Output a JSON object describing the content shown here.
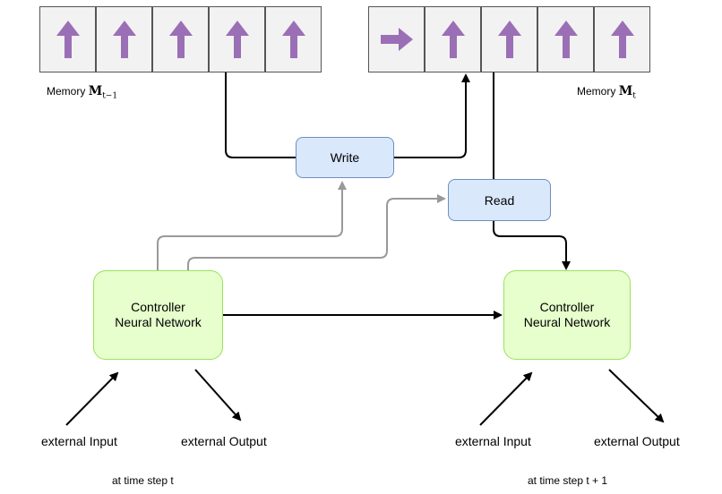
{
  "memory_prev": {
    "label": "Memory",
    "symbol": "M",
    "subscript": "t−1",
    "cells": [
      "up",
      "up",
      "up",
      "up",
      "up"
    ]
  },
  "memory_next": {
    "label": "Memory",
    "symbol": "M",
    "subscript": "t",
    "cells": [
      "right",
      "up",
      "up",
      "up",
      "up"
    ]
  },
  "write_label": "Write",
  "read_label": "Read",
  "controller_left": {
    "line1": "Controller",
    "line2": "Neural Network"
  },
  "controller_right": {
    "line1": "Controller",
    "line2": "Neural Network"
  },
  "left_input": "external Input",
  "left_output": "external Output",
  "right_input": "external Input",
  "right_output": "external Output",
  "step_left": "at time step t",
  "step_right": "at time step t + 1",
  "colors": {
    "cell_arrow": "#9b6fb5",
    "op_fill": "#dae8fc",
    "op_border": "#6c8ebf",
    "ctrl_fill": "#e6ffcc",
    "ctrl_border": "#9ae25f",
    "gray_line": "#999999"
  }
}
